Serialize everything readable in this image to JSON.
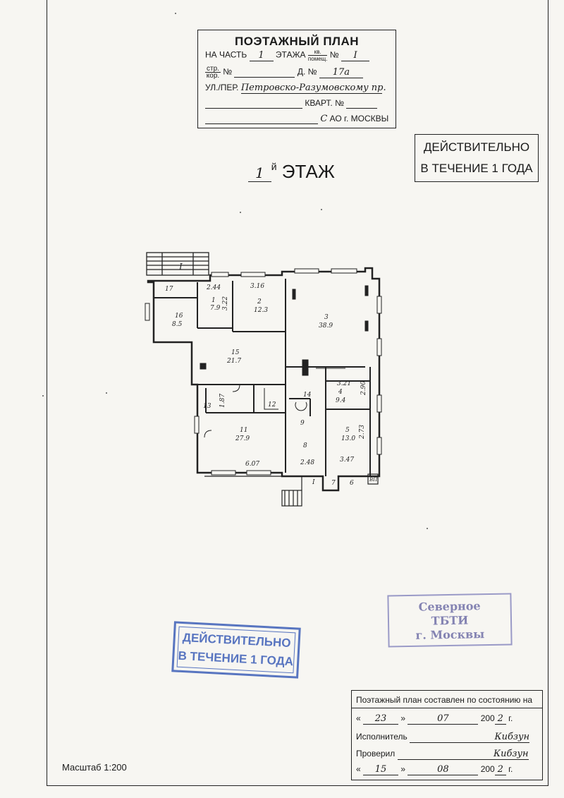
{
  "title_block": {
    "title": "ПОЭТАЖНЫЙ ПЛАН",
    "floor_label": "НА ЧАСТЬ",
    "floor_value": "1",
    "floor_suffix": "ЭТАЖА",
    "frac_top": "кв.",
    "frac_bottom": "помещ.",
    "no_label": "№",
    "premises_no": "I",
    "building_label_top": "стр.",
    "building_label_bottom": "кор.",
    "building_no_label": "№",
    "house_label": "Д. №",
    "house_no": "17а",
    "street_label": "УЛ./ПЕР.",
    "street": "Петровско-Разумовскому пр.",
    "block_label": "КВАРТ. №",
    "district_letter": "С",
    "district_label": "АО г. МОСКВЫ"
  },
  "validity_box": {
    "line1": "ДЕЙСТВИТЕЛЬНО",
    "line2": "В ТЕЧЕНИЕ 1 ГОДА"
  },
  "floor_heading": {
    "number": "1",
    "suffix": "й",
    "label": "ЭТАЖ"
  },
  "plan": {
    "room_numbers": [
      "1",
      "2",
      "3",
      "4",
      "5",
      "6",
      "7",
      "8",
      "9",
      "11",
      "12",
      "13",
      "14",
      "15",
      "16",
      "17"
    ],
    "room_areas": [
      "7.9",
      "12.3",
      "38.9",
      "9.4",
      "13.0",
      "27.9",
      "21.7",
      "8.5"
    ],
    "dimensions": [
      "2.44",
      "3.16",
      "3.22",
      "3.21",
      "2.90",
      "2.73",
      "3.47",
      "6.07",
      "2.48",
      "1.87"
    ],
    "premises_mark": "I",
    "shaft_label": "ВП"
  },
  "stamp_validity": {
    "line1": "ДЕЙСТВИТЕЛЬНО",
    "line2": "В ТЕЧЕНИЕ 1 ГОДА"
  },
  "stamp_office": {
    "line1": "Северное",
    "line2": "ТБТИ",
    "line3": "г. Москвы"
  },
  "status_block": {
    "heading": "Поэтажный план составлен по состоянию на",
    "date1_day": "23",
    "date1_month": "07",
    "year_prefix": "200",
    "date1_year": "2",
    "year_suffix": "г.",
    "executor_label": "Исполнитель",
    "executor": "Кибзун",
    "checker_label": "Проверил",
    "checker": "Кибзун",
    "date2_day": "15",
    "date2_month": "08",
    "date2_year": "2"
  },
  "scale": "Масштаб 1:200"
}
